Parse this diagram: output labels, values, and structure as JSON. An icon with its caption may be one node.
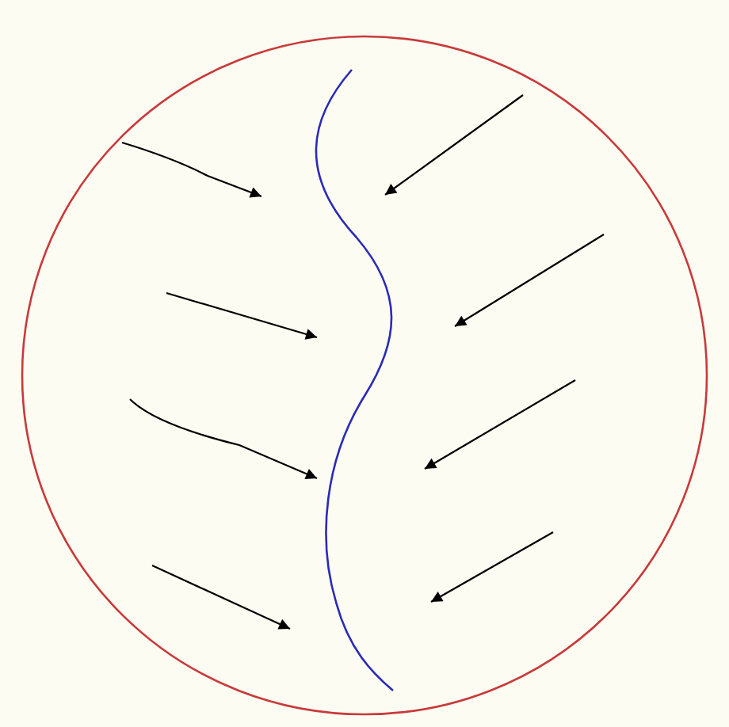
{
  "diagram": {
    "nodes": [
      {
        "text": [],
        "shape": "circle"
      },
      {
        "text": [],
        "shape": "curve",
        "in": 0
      }
    ],
    "edges": [
      {
        "from": null,
        "to": 1,
        "arrow": "to"
      },
      {
        "from": null,
        "to": 1,
        "arrow": "to"
      },
      {
        "from": null,
        "to": 1,
        "arrow": "to"
      },
      {
        "from": null,
        "to": 1,
        "arrow": "to"
      },
      {
        "from": null,
        "to": 1,
        "arrow": "to"
      },
      {
        "from": null,
        "to": 1,
        "arrow": "to"
      },
      {
        "from": null,
        "to": 1,
        "arrow": "to"
      },
      {
        "from": null,
        "to": 1,
        "arrow": "to"
      }
    ]
  }
}
